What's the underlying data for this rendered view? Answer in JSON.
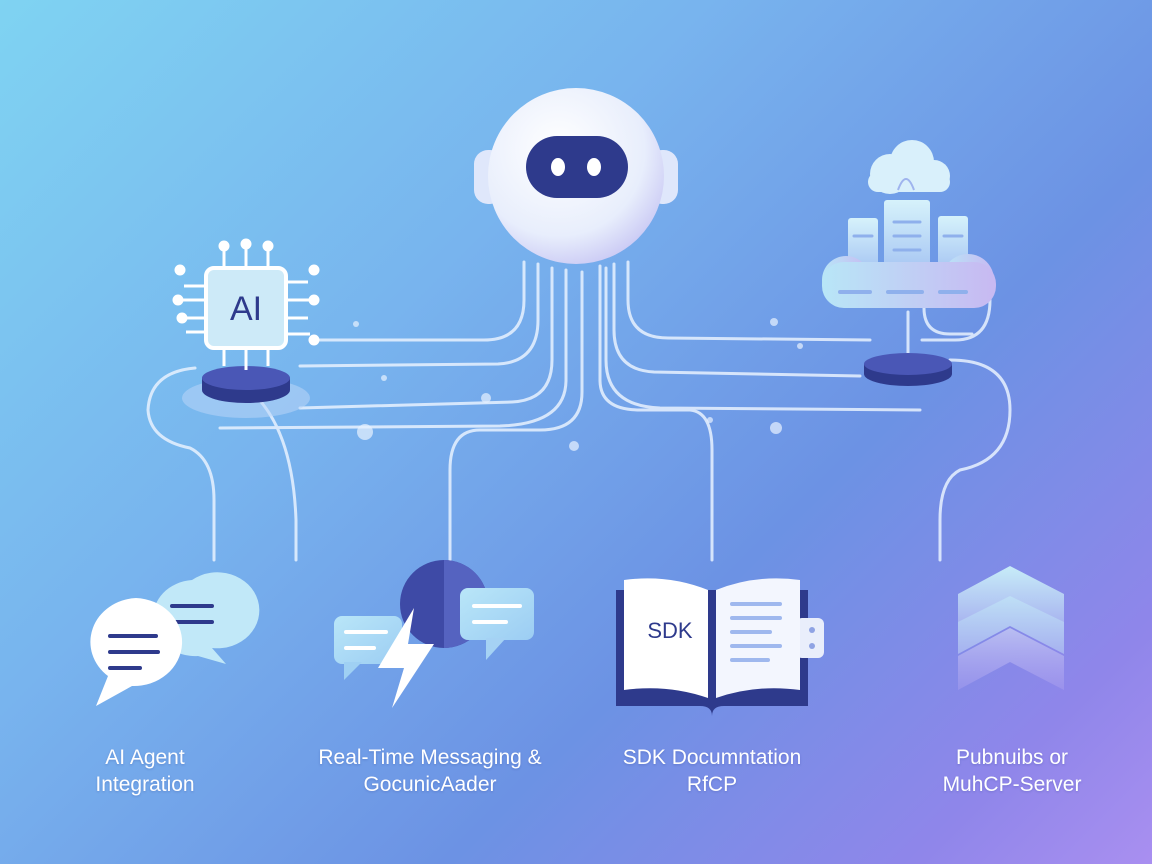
{
  "ai_chip": {
    "text": "AI"
  },
  "book": {
    "text": "SDK"
  },
  "features": [
    {
      "line1": "AI Agent",
      "line2": "Integration"
    },
    {
      "line1": "Real-Time Messaging &",
      "line2": "GocunicAader"
    },
    {
      "line1": "SDK Documntation",
      "line2": "RfCP"
    },
    {
      "line1": "Pubnuibs or",
      "line2": "MuhCP-Server"
    }
  ],
  "colors": {
    "background_start": "#7fd3f2",
    "background_end": "#a98ff0",
    "accent_dark": "#2e3a8c",
    "line": "#e6f2ff"
  },
  "icons": [
    "chip-icon",
    "robot-icon",
    "cloud-server-icon",
    "chat-bubbles-icon",
    "lightning-chat-icon",
    "book-icon",
    "layers-icon"
  ]
}
